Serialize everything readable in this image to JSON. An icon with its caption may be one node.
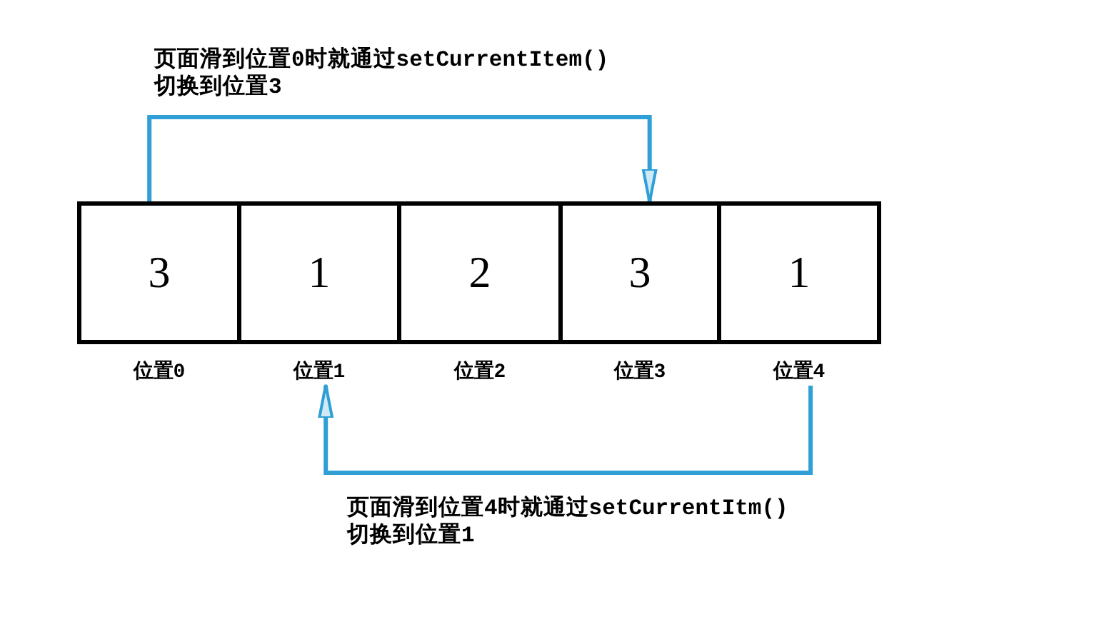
{
  "diagram": {
    "nodes": [
      {
        "text": [
          "3"
        ],
        "beside": [
          "位置0"
        ]
      },
      {
        "text": [
          "1"
        ],
        "beside": [
          "位置1"
        ]
      },
      {
        "text": [
          "2"
        ],
        "beside": [
          "位置2"
        ]
      },
      {
        "text": [
          "3"
        ],
        "beside": [
          "位置3"
        ]
      },
      {
        "text": [
          "1"
        ],
        "beside": [
          "位置4"
        ]
      }
    ],
    "edges": [
      {
        "from": 0,
        "to": 3,
        "arrow": "to",
        "label": "页面滑到位置0时就通过setCurrentItem() 切换到位置3"
      },
      {
        "from": 4,
        "to": 1,
        "arrow": "to",
        "label": "页面滑到位置4时就通过setCurrentItm() 切换到位置1"
      }
    ]
  }
}
